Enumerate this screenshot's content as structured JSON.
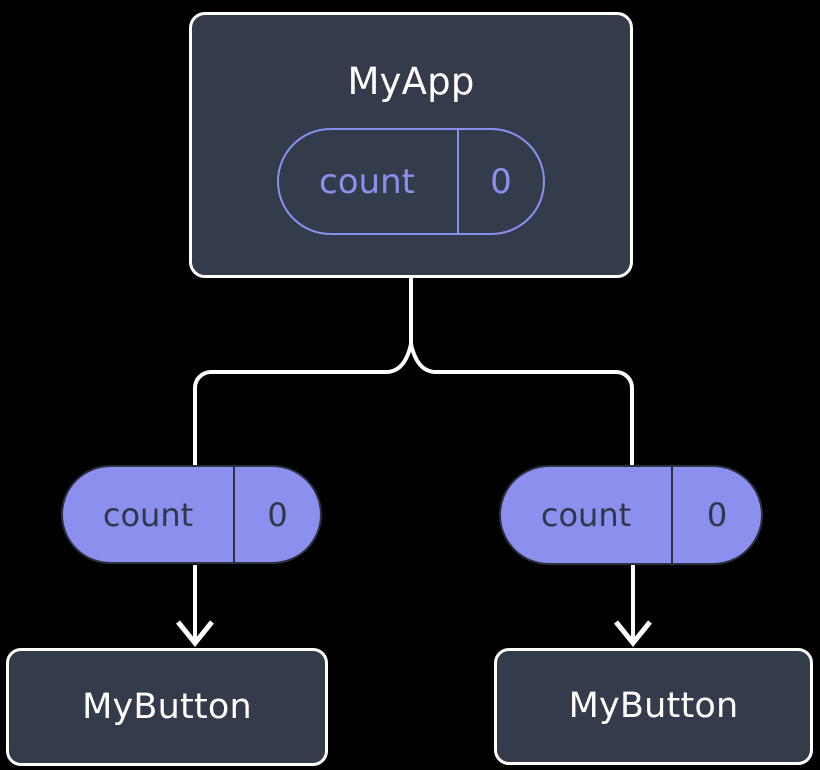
{
  "diagram": {
    "type": "component-state-tree",
    "background_color": "#000000",
    "colors": {
      "box_fill": "#343b4a",
      "box_border": "#ffffff",
      "accent": "#8b90ee",
      "wire": "#ffffff",
      "pill_text_dark": "#31374a"
    },
    "root": {
      "label": "MyApp",
      "state": {
        "key": "count",
        "value": "0"
      }
    },
    "children": [
      {
        "label": "MyButton",
        "prop": {
          "key": "count",
          "value": "0"
        }
      },
      {
        "label": "MyButton",
        "prop": {
          "key": "count",
          "value": "0"
        }
      }
    ]
  }
}
